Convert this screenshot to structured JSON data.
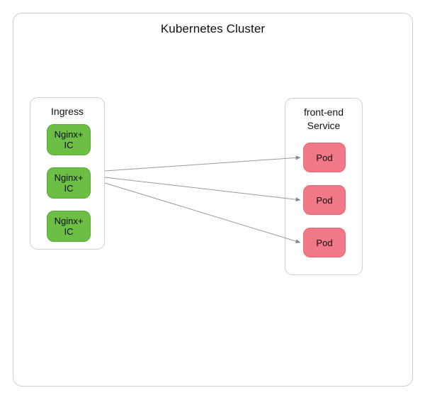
{
  "diagram": {
    "title": "Kubernetes Cluster",
    "type": "architecture-diagram",
    "background_color": "#ffffff",
    "border_color": "#cfcfcf"
  },
  "groups": {
    "ingress": {
      "label": "Ingress",
      "nodes": [
        {
          "label": "Nginx+\nIC",
          "line1": "Nginx+",
          "line2": "IC",
          "color": "#6DBE45"
        },
        {
          "label": "Nginx+\nIC",
          "line1": "Nginx+",
          "line2": "IC",
          "color": "#6DBE45"
        },
        {
          "label": "Nginx+\nIC",
          "line1": "Nginx+",
          "line2": "IC",
          "color": "#6DBE45"
        }
      ]
    },
    "service": {
      "label_line1": "front-end",
      "label_line2": "Service",
      "nodes": [
        {
          "label": "Pod",
          "color": "#F07887"
        },
        {
          "label": "Pod",
          "color": "#F07887"
        },
        {
          "label": "Pod",
          "color": "#F07887"
        }
      ]
    }
  },
  "connectors": {
    "color": "#9a9a9a",
    "count": 3,
    "description": "Three arrows from Ingress to each front-end Service Pod"
  }
}
